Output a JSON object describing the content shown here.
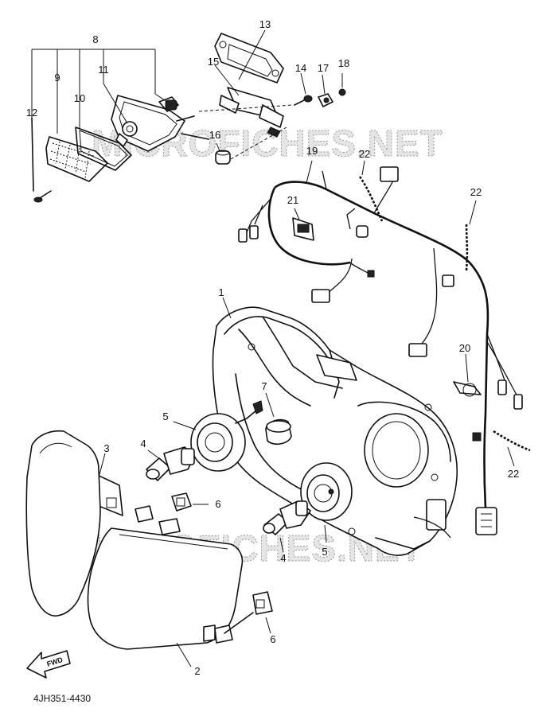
{
  "diagram_code": "4JH351-4430",
  "direction_arrow_label": "FWD",
  "watermark": "MICROFICHES.NET",
  "callouts": {
    "c1": "1",
    "c2": "2",
    "c3": "3",
    "c4a": "4",
    "c4b": "4",
    "c5a": "5",
    "c5b": "5",
    "c6a": "6",
    "c6b": "6",
    "c7": "7",
    "c8": "8",
    "c9": "9",
    "c10": "10",
    "c11": "11",
    "c12": "12",
    "c13": "13",
    "c14": "14",
    "c15": "15",
    "c16": "16",
    "c17": "17",
    "c18": "18",
    "c19": "19",
    "c20": "20",
    "c21": "21",
    "c22a": "22",
    "c22b": "22",
    "c22c": "22"
  }
}
